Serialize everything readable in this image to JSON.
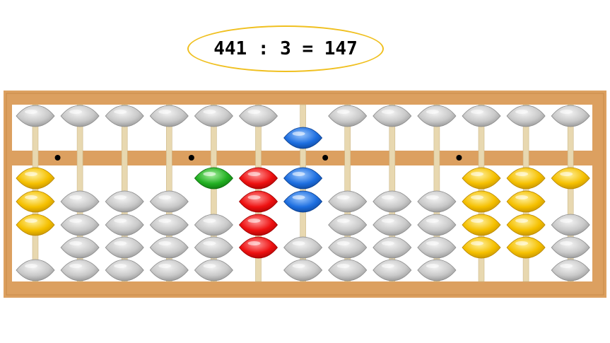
{
  "equation": "441 : 3 = 147",
  "colors": {
    "gray": [
      "#f4f4f4",
      "#c9c9c9",
      "#8a8a8a"
    ],
    "yellow": [
      "#fff1a0",
      "#f5c000",
      "#b88600"
    ],
    "red": [
      "#ff9a9a",
      "#ee1111",
      "#9a0000"
    ],
    "blue": [
      "#9cc8ff",
      "#1e6fe0",
      "#0b3f8e"
    ],
    "green": [
      "#a8f0a0",
      "#22b022",
      "#0c6a0c"
    ],
    "frame": "#dca060",
    "rod": "#e8d8b0",
    "dot": "#000000"
  },
  "rods": [
    {
      "upper": {
        "pos": "up",
        "color": "gray"
      },
      "lower": [
        {
          "pos": "up",
          "color": "yellow"
        },
        {
          "pos": "up",
          "color": "yellow"
        },
        {
          "pos": "up",
          "color": "yellow"
        },
        {
          "pos": "down",
          "color": "gray"
        }
      ]
    },
    {
      "upper": {
        "pos": "up",
        "color": "gray"
      },
      "lower": [
        {
          "pos": "down",
          "color": "gray"
        },
        {
          "pos": "down",
          "color": "gray"
        },
        {
          "pos": "down",
          "color": "gray"
        },
        {
          "pos": "down",
          "color": "gray"
        }
      ]
    },
    {
      "upper": {
        "pos": "up",
        "color": "gray"
      },
      "lower": [
        {
          "pos": "down",
          "color": "gray"
        },
        {
          "pos": "down",
          "color": "gray"
        },
        {
          "pos": "down",
          "color": "gray"
        },
        {
          "pos": "down",
          "color": "gray"
        }
      ]
    },
    {
      "upper": {
        "pos": "up",
        "color": "gray"
      },
      "lower": [
        {
          "pos": "down",
          "color": "gray"
        },
        {
          "pos": "down",
          "color": "gray"
        },
        {
          "pos": "down",
          "color": "gray"
        },
        {
          "pos": "down",
          "color": "gray"
        }
      ]
    },
    {
      "upper": {
        "pos": "up",
        "color": "gray"
      },
      "lower": [
        {
          "pos": "up",
          "color": "green"
        },
        {
          "pos": "down",
          "color": "gray"
        },
        {
          "pos": "down",
          "color": "gray"
        },
        {
          "pos": "down",
          "color": "gray"
        }
      ]
    },
    {
      "upper": {
        "pos": "up",
        "color": "gray"
      },
      "lower": [
        {
          "pos": "up",
          "color": "red"
        },
        {
          "pos": "up",
          "color": "red"
        },
        {
          "pos": "up",
          "color": "red"
        },
        {
          "pos": "up",
          "color": "red"
        }
      ]
    },
    {
      "upper": {
        "pos": "down",
        "color": "blue"
      },
      "lower": [
        {
          "pos": "up",
          "color": "blue"
        },
        {
          "pos": "up",
          "color": "blue"
        },
        {
          "pos": "down",
          "color": "gray"
        },
        {
          "pos": "down",
          "color": "gray"
        }
      ]
    },
    {
      "upper": {
        "pos": "up",
        "color": "gray"
      },
      "lower": [
        {
          "pos": "down",
          "color": "gray"
        },
        {
          "pos": "down",
          "color": "gray"
        },
        {
          "pos": "down",
          "color": "gray"
        },
        {
          "pos": "down",
          "color": "gray"
        }
      ]
    },
    {
      "upper": {
        "pos": "up",
        "color": "gray"
      },
      "lower": [
        {
          "pos": "down",
          "color": "gray"
        },
        {
          "pos": "down",
          "color": "gray"
        },
        {
          "pos": "down",
          "color": "gray"
        },
        {
          "pos": "down",
          "color": "gray"
        }
      ]
    },
    {
      "upper": {
        "pos": "up",
        "color": "gray"
      },
      "lower": [
        {
          "pos": "down",
          "color": "gray"
        },
        {
          "pos": "down",
          "color": "gray"
        },
        {
          "pos": "down",
          "color": "gray"
        },
        {
          "pos": "down",
          "color": "gray"
        }
      ]
    },
    {
      "upper": {
        "pos": "up",
        "color": "gray"
      },
      "lower": [
        {
          "pos": "up",
          "color": "yellow"
        },
        {
          "pos": "up",
          "color": "yellow"
        },
        {
          "pos": "up",
          "color": "yellow"
        },
        {
          "pos": "up",
          "color": "yellow"
        }
      ]
    },
    {
      "upper": {
        "pos": "up",
        "color": "gray"
      },
      "lower": [
        {
          "pos": "up",
          "color": "yellow"
        },
        {
          "pos": "up",
          "color": "yellow"
        },
        {
          "pos": "up",
          "color": "yellow"
        },
        {
          "pos": "up",
          "color": "yellow"
        }
      ]
    },
    {
      "upper": {
        "pos": "up",
        "color": "gray"
      },
      "lower": [
        {
          "pos": "up",
          "color": "yellow"
        },
        {
          "pos": "down",
          "color": "gray"
        },
        {
          "pos": "down",
          "color": "gray"
        },
        {
          "pos": "down",
          "color": "gray"
        }
      ]
    }
  ],
  "unit_dot_rods": [
    1,
    4,
    7,
    10
  ]
}
